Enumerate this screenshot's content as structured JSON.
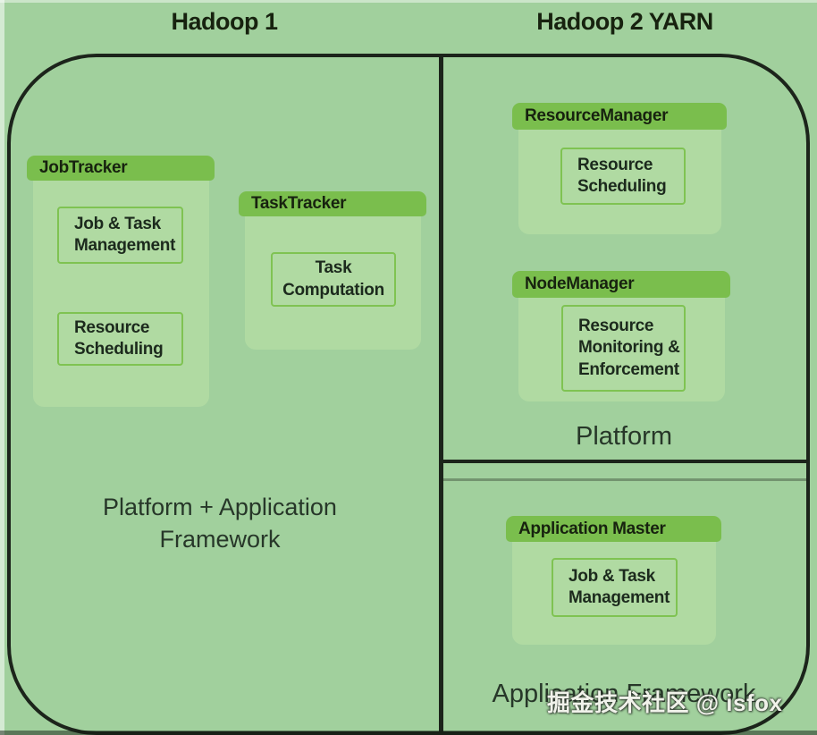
{
  "titles": {
    "left": "Hadoop 1",
    "right": "Hadoop 2 YARN"
  },
  "colors": {
    "background": "#a1d09d",
    "component_header_green": "#7abe4d",
    "component_body_green": "#b0daa2",
    "inner_box_border_green": "#7fc352",
    "outline_dark": "#1c241b",
    "text_dark": "#17220f",
    "caption_text": "#273729",
    "watermark_text": "#f0f2ea"
  },
  "hadoop1": {
    "jobtracker": {
      "title": "JobTracker",
      "item1": "Job & Task\nManagement",
      "item2": "Resource\nScheduling"
    },
    "tasktracker": {
      "title": "TaskTracker",
      "item1": "Task\nComputation"
    },
    "caption": "Platform + Application Framework"
  },
  "hadoop2": {
    "platform_section": {
      "resourcemanager": {
        "title": "ResourceManager",
        "item1": "Resource\nScheduling"
      },
      "nodemanager": {
        "title": "NodeManager",
        "item1": "Resource\nMonitoring &\nEnforcement"
      },
      "caption": "Platform"
    },
    "application_section": {
      "application_master": {
        "title": "Application Master",
        "item1": "Job & Task\nManagement"
      },
      "caption": "Application Framework"
    }
  },
  "watermark": "掘金技术社区 @ isfox"
}
